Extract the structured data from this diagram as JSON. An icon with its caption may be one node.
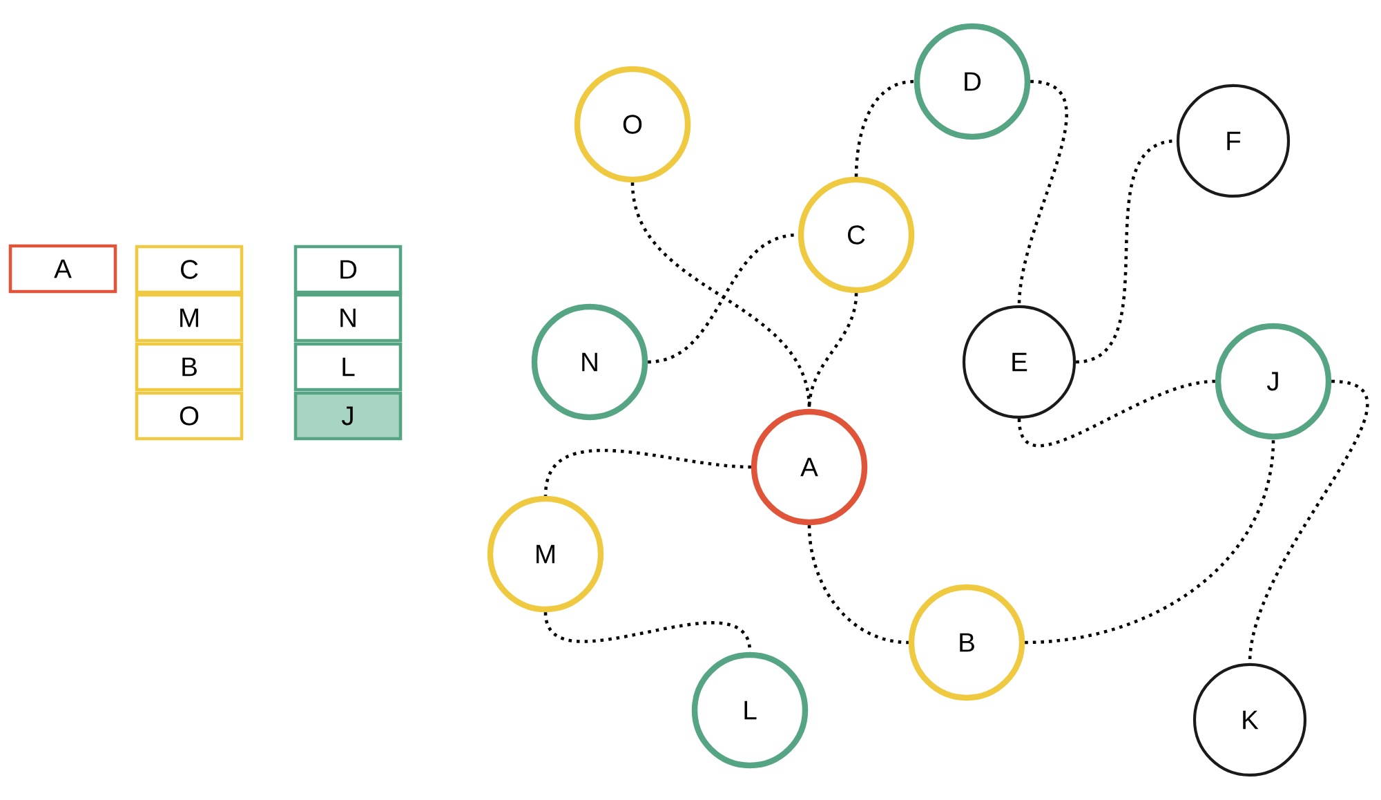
{
  "diagram": {
    "nodes": [
      {
        "text": [
          "A"
        ]
      },
      {
        "text": [
          "C"
        ]
      },
      {
        "text": [
          "M"
        ]
      },
      {
        "text": [
          "B"
        ]
      },
      {
        "text": [
          "O"
        ]
      },
      {
        "text": [
          "D"
        ]
      },
      {
        "text": [
          "N"
        ]
      },
      {
        "text": [
          "L"
        ]
      },
      {
        "text": [
          "J"
        ]
      },
      {
        "text": [
          "D"
        ]
      },
      {
        "text": [
          "O"
        ]
      },
      {
        "text": [
          "F"
        ]
      },
      {
        "text": [
          "C"
        ]
      },
      {
        "text": [
          "N"
        ]
      },
      {
        "text": [
          "E"
        ]
      },
      {
        "text": [
          "J"
        ]
      },
      {
        "text": [
          "A"
        ]
      },
      {
        "text": [
          "M"
        ]
      },
      {
        "text": [
          "B"
        ]
      },
      {
        "text": [
          "L"
        ]
      },
      {
        "text": [
          "K"
        ]
      }
    ],
    "edges": [
      {
        "from": 10,
        "to": 16,
        "arrow": "none"
      },
      {
        "from": 12,
        "to": 16,
        "arrow": "none"
      },
      {
        "from": 12,
        "to": 9,
        "arrow": "none"
      },
      {
        "from": 13,
        "to": 12,
        "arrow": "none"
      },
      {
        "from": 9,
        "to": 14,
        "arrow": "none"
      },
      {
        "from": 14,
        "to": 11,
        "arrow": "none"
      },
      {
        "from": 14,
        "to": 15,
        "arrow": "none"
      },
      {
        "from": 16,
        "to": 17,
        "arrow": "none"
      },
      {
        "from": 17,
        "to": 19,
        "arrow": "none"
      },
      {
        "from": 16,
        "to": 18,
        "arrow": "none"
      },
      {
        "from": 18,
        "to": 15,
        "arrow": "none"
      },
      {
        "from": 15,
        "to": 20,
        "arrow": "none"
      }
    ]
  }
}
